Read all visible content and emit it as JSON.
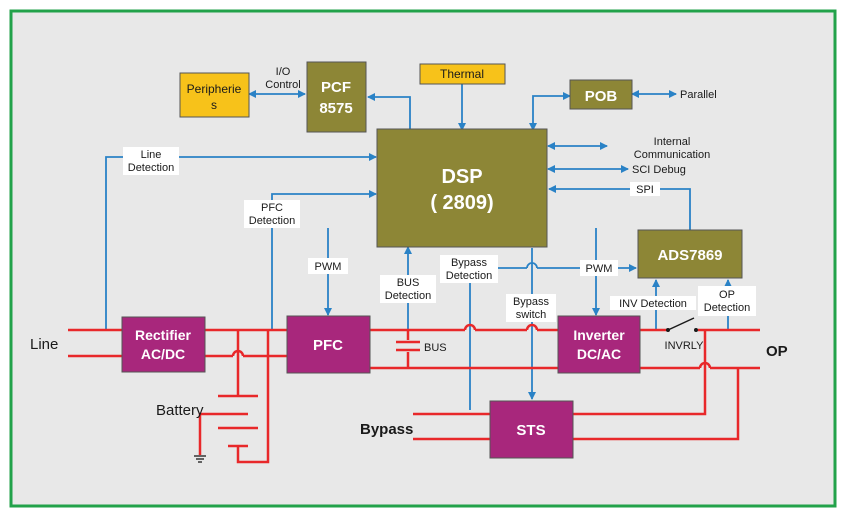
{
  "colors": {
    "border": "#22a24a",
    "panel": "#e8e8e8",
    "blue": "#2a82c6",
    "red": "#e8282a",
    "olive": "#8d8636",
    "magenta": "#a8277c",
    "yellow": "#f7c21a"
  },
  "blocks": {
    "dsp_line1": "DSP",
    "dsp_line2": "( 2809)",
    "pcf_line1": "PCF",
    "pcf_line2": "8575",
    "peripheries_line1": "Peripherie",
    "peripheries_line2": "s",
    "thermal": "Thermal",
    "pob": "POB",
    "ads": "ADS7869",
    "rectifier_line1": "Rectifier",
    "rectifier_line2": "AC/DC",
    "pfc": "PFC",
    "inverter_line1": "Inverter",
    "inverter_line2": "DC/AC",
    "sts": "STS"
  },
  "labels": {
    "io_control_line1": "I/O",
    "io_control_line2": "Control",
    "parallel": "Parallel",
    "internal_comm_line1": "Internal",
    "internal_comm_line2": "Communication",
    "sci_debug": "SCI Debug",
    "spi": "SPI",
    "line_detection_line1": "Line",
    "line_detection_line2": "Detection",
    "pfc_detection_line1": "PFC",
    "pfc_detection_line2": "Detection",
    "pwm_left": "PWM",
    "pwm_right": "PWM",
    "bus_detection_line1": "BUS",
    "bus_detection_line2": "Detection",
    "bypass_detection_line1": "Bypass",
    "bypass_detection_line2": "Detection",
    "bypass_switch_line1": "Bypass",
    "bypass_switch_line2": "switch",
    "inv_detection": "INV Detection",
    "op_detection_line1": "OP",
    "op_detection_line2": "Detection",
    "bus": "BUS",
    "invrly": "INVRLY",
    "line": "Line",
    "battery": "Battery",
    "bypass": "Bypass",
    "op": "OP"
  }
}
